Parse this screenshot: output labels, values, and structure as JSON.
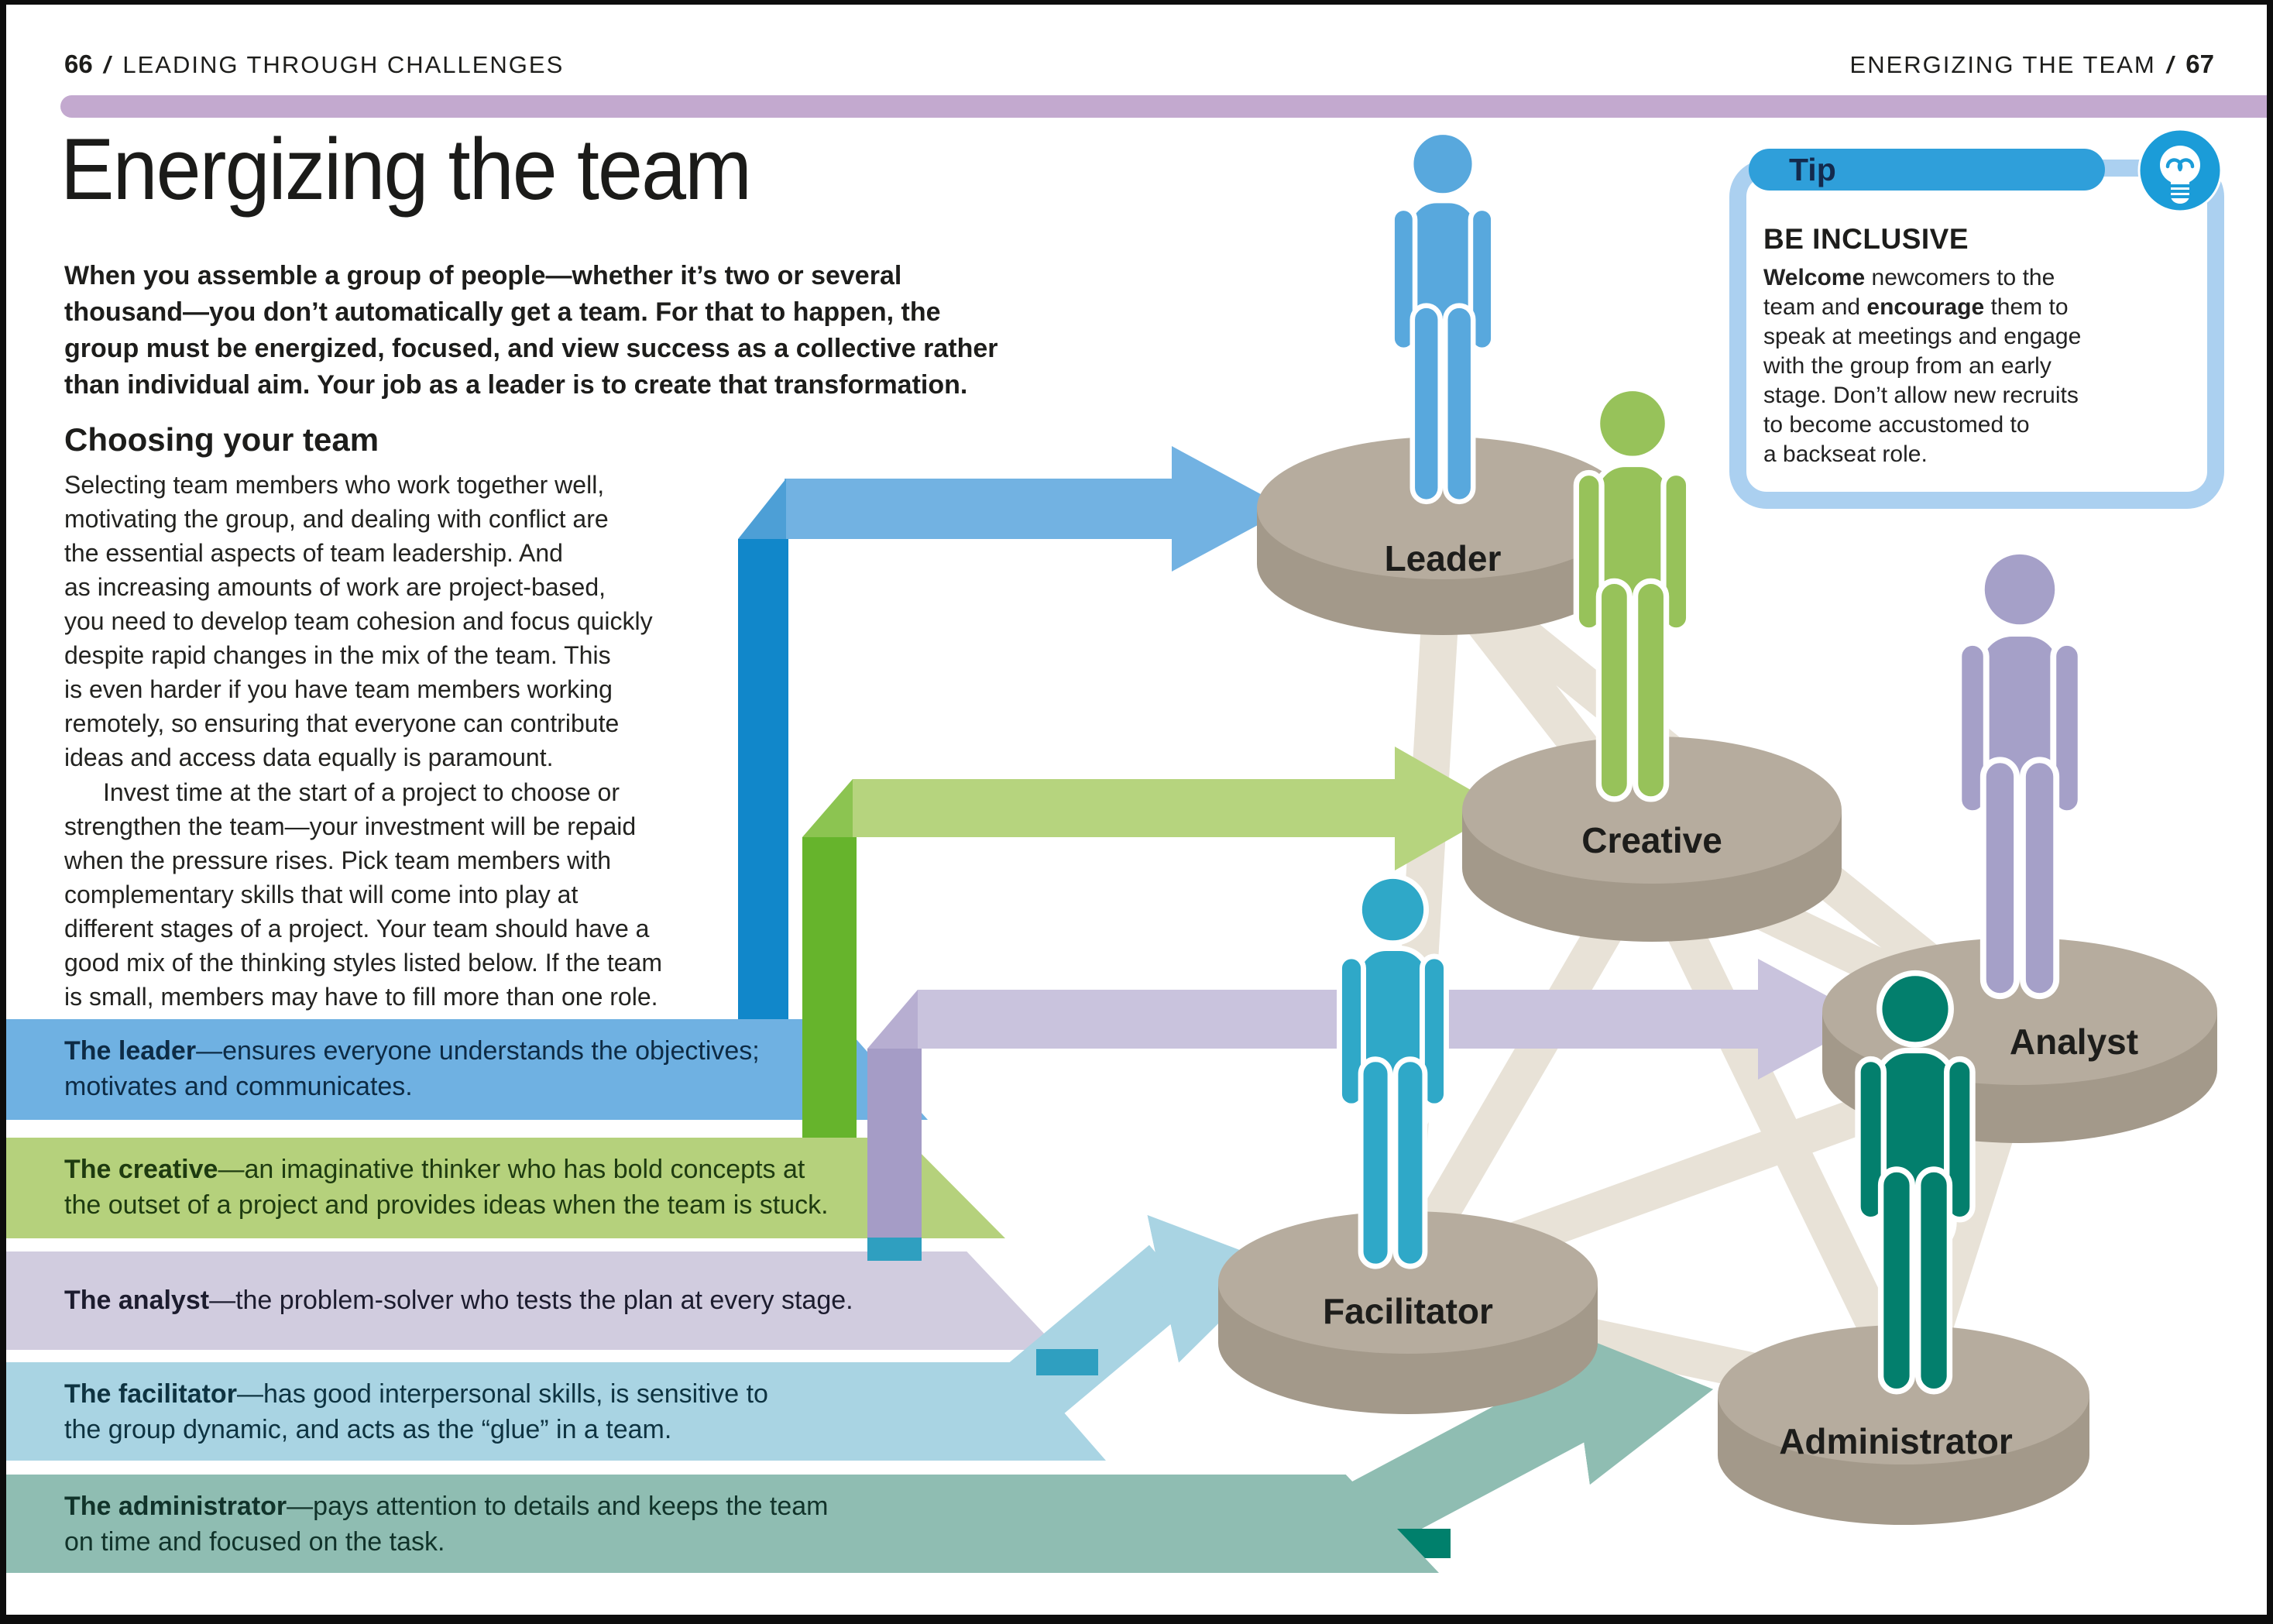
{
  "page_header": {
    "left_folio": "66",
    "divider": "/",
    "left_section": "LEADING THROUGH CHALLENGES",
    "right_section": "ENERGIZING THE TEAM",
    "right_folio": "67"
  },
  "article": {
    "title": "Energizing the team",
    "intro": "When you assemble a group of people—whether it’s two or several\nthousand—you don’t automatically get a team. For that to happen, the\ngroup must be energized, focused, and view success as a collective rather\nthan individual aim. Your job as a leader is to create that transformation.",
    "section_heading": "Choosing your team",
    "para1": "Selecting team members who work together well,\nmotivating the group, and dealing with conflict are\nthe essential aspects of team leadership. And\nas increasing amounts of work are project-based,\nyou need to develop team cohesion and focus quickly\ndespite rapid changes in the mix of the team. This\nis even harder if you have team members working\nremotely, so ensuring that everyone can contribute\nideas and access data equally is paramount.",
    "para2": "Invest time at the start of a project to choose or\nstrengthen the team—your investment will be repaid\nwhen the pressure rises. Pick team members with\ncomplementary skills that will come into play at\ndifferent stages of a project. Your team should have a\ngood mix of the thinking styles listed below. If the team\nis small, members may have to fill more than one role."
  },
  "tip": {
    "label": "Tip",
    "icon": "lightbulb-icon",
    "heading": "BE INCLUSIVE",
    "body_segments": [
      {
        "t": "Welcome",
        "b": true
      },
      {
        "t": " newcomers to the\nteam and "
      },
      {
        "t": "encourage",
        "b": true
      },
      {
        "t": " them to\nspeak at meetings and engage\nwith the group from an early\nstage. Don’t allow new recruits\nto become accustomed to\na backseat role."
      }
    ]
  },
  "diagram": {
    "platforms": [
      {
        "id": "leader",
        "label": "Leader"
      },
      {
        "id": "creative",
        "label": "Creative"
      },
      {
        "id": "analyst",
        "label": "Analyst"
      },
      {
        "id": "facilitator",
        "label": "Facilitator"
      },
      {
        "id": "administrator",
        "label": "Administrator"
      }
    ]
  },
  "roles": [
    {
      "id": "leader",
      "band_segments": [
        {
          "t": "The leader",
          "b": true
        },
        {
          "t": "—ensures everyone understands the objectives;\nmotivates and communicates."
        }
      ]
    },
    {
      "id": "creative",
      "band_segments": [
        {
          "t": "The creative",
          "b": true
        },
        {
          "t": "—an imaginative thinker who has bold concepts at\nthe outset of a project and provides ideas when the team is stuck."
        }
      ]
    },
    {
      "id": "analyst",
      "band_segments": [
        {
          "t": "The analyst",
          "b": true
        },
        {
          "t": "—the problem-solver who tests the plan at every stage."
        }
      ]
    },
    {
      "id": "facilitator",
      "band_segments": [
        {
          "t": "The facilitator",
          "b": true
        },
        {
          "t": "—has good interpersonal skills, is sensitive to\nthe group dynamic, and acts as the “glue” in a team."
        }
      ]
    },
    {
      "id": "administrator",
      "band_segments": [
        {
          "t": "The administrator",
          "b": true
        },
        {
          "t": "—pays attention to details and keeps the team\non time and focused on the task."
        }
      ]
    }
  ],
  "colors": {
    "header_bar": "#c3a9cf",
    "leader_figure": "#58a8dd",
    "leader_band": "#6fb1e2",
    "leader_bar": "#1187ca",
    "creative_figure": "#97c25a",
    "creative_band": "#b5d17c",
    "creative_bar": "#66b42c",
    "analyst_figure": "#a5a0c8",
    "analyst_band": "#d1ccdf",
    "analyst_bar": "#a59cc6",
    "facilitator_figure": "#2fa8c8",
    "facilitator_band": "#a9d4e3",
    "facilitator_fold": "#2f9fc0",
    "administrator_figure": "#037f6d",
    "administrator_band": "#8fbdb2",
    "administrator_fold": "#00806c",
    "platform_top": "#b6ac9e",
    "platform_side": "#a3998a",
    "strut": "#e8e2d7",
    "tip_border": "#abd0f0",
    "tip_pill": "#2f9fda",
    "tip_bulb": "#1b9cd8",
    "tip_label_color": "#132a4d"
  }
}
